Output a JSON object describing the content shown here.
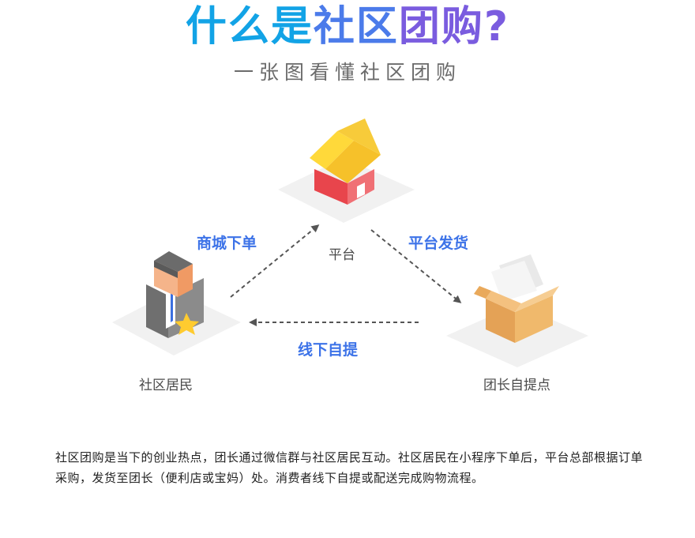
{
  "title": {
    "part1": "什么是",
    "part2": "社区",
    "part3": "团购?"
  },
  "subtitle": "一张图看懂社区团购",
  "nodes": {
    "platform": "平台",
    "residents": "社区居民",
    "leader": "团长自提点"
  },
  "edges": {
    "order": "商城下单",
    "ship": "平台发货",
    "pickup": "线下自提"
  },
  "description": "社区团购是当下的创业热点，团长通过微信群与社区居民互动。社区居民在小程序下单后，平台总部根据订单采购，发货至团长（便利店或宝妈）处。消费者线下自提或配送完成购物流程。"
}
